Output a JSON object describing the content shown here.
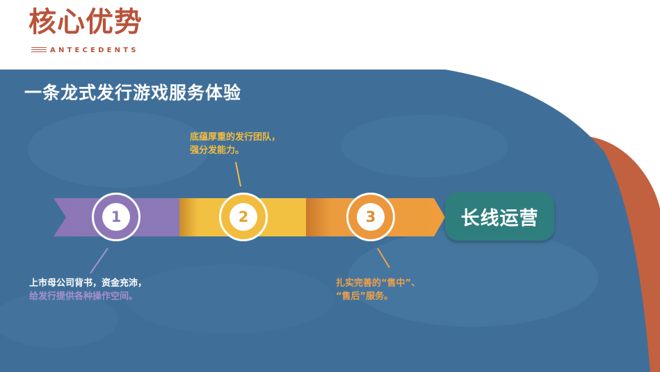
{
  "header": {
    "title": "核心优势",
    "subtitle": "ANTECEDENTS"
  },
  "headline": "一条龙式发行游戏服务体验",
  "steps": [
    {
      "number": "1",
      "note_lines": [
        "上市母公司背书，资金充沛，",
        "给发行提供各种操作空间。"
      ]
    },
    {
      "number": "2",
      "note_lines": [
        "底蕴厚重的发行团队，",
        "强分发能力。"
      ]
    },
    {
      "number": "3",
      "note_lines": [
        "扎实完善的“售中”、",
        "“售后”服务。"
      ]
    }
  ],
  "result_label": "长线运营",
  "colors": {
    "background_blue": "#3f6f99",
    "accent_red": "#b9533a",
    "step1_purple": "#8e77b7",
    "step2_yellow": "#f2bc3f",
    "step3_orange": "#ec973c",
    "result_teal": "#2f7e7e"
  }
}
